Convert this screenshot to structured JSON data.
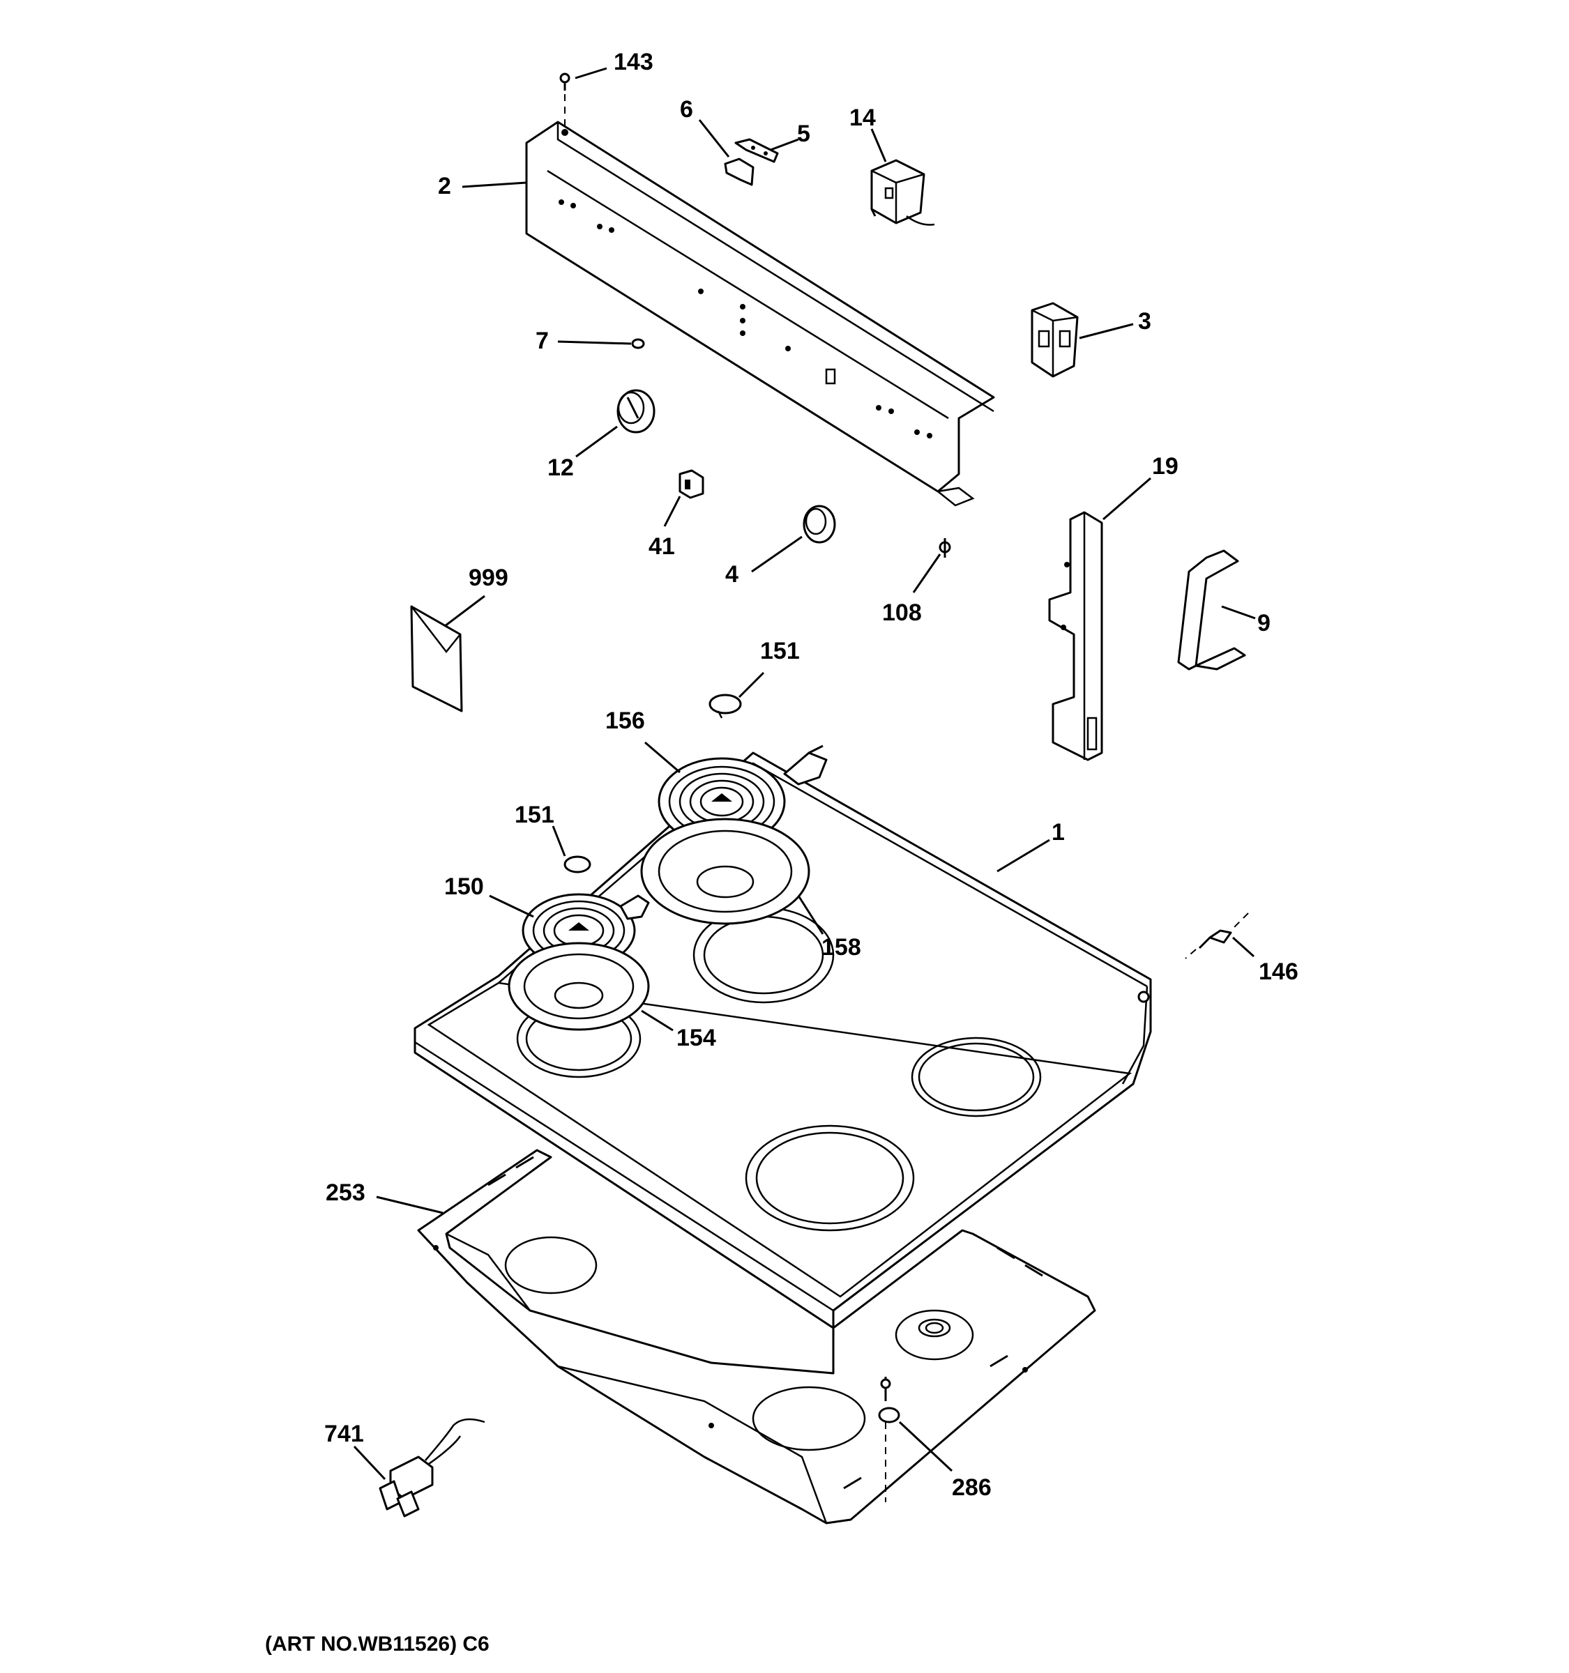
{
  "diagram": {
    "callouts": {
      "p143": "143",
      "p6": "6",
      "p5": "5",
      "p14": "14",
      "p2": "2",
      "p3": "3",
      "p7": "7",
      "p12": "12",
      "p19": "19",
      "p41": "41",
      "p4": "4",
      "p108": "108",
      "p999": "999",
      "p9": "9",
      "p151a": "151",
      "p156": "156",
      "p151b": "151",
      "p1": "1",
      "p150": "150",
      "p158": "158",
      "p146": "146",
      "p154": "154",
      "p253": "253",
      "p741": "741",
      "p286": "286"
    },
    "art_number": "(ART NO.WB11526) C6"
  }
}
